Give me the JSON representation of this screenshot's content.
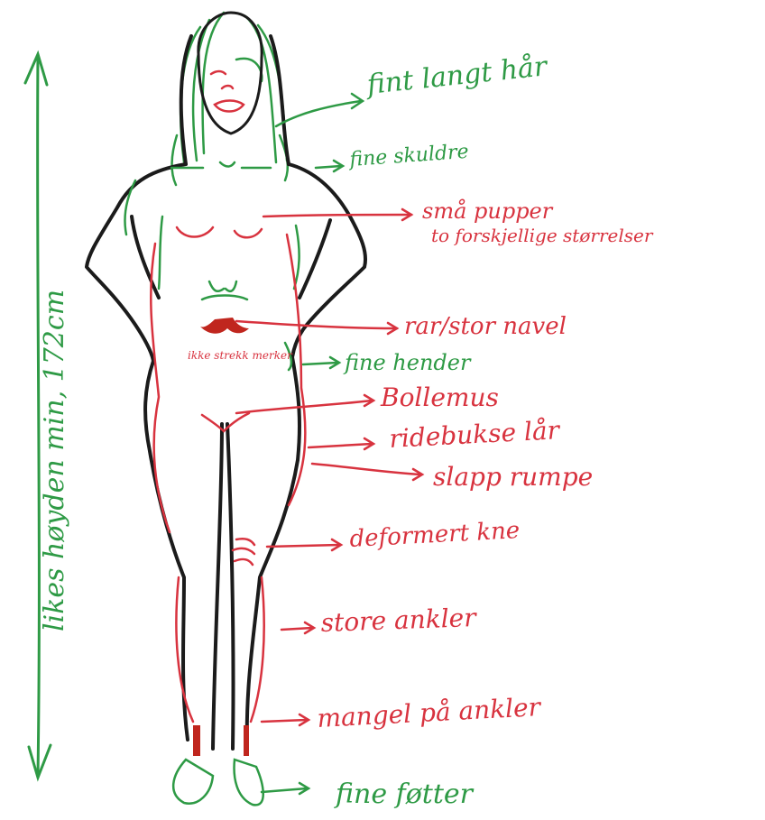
{
  "colors": {
    "outline": "#1b1b1b",
    "green": "#2e9a45",
    "red": "#d8333f",
    "dark_red": "#c0261e",
    "background": "#ffffff"
  },
  "height_label": "likes høyden min, 172cm",
  "annotations": [
    {
      "id": "hair",
      "text": "fint langt hår",
      "color": "green"
    },
    {
      "id": "collarbones",
      "text": "fine skuldre",
      "color": "green"
    },
    {
      "id": "breasts",
      "text": "små pupper",
      "color": "red"
    },
    {
      "id": "breasts_sub",
      "text": "to forskjellige størrelser",
      "color": "red"
    },
    {
      "id": "navel",
      "text": "rar/stor navel",
      "color": "red"
    },
    {
      "id": "stretch_marks",
      "text": "ikke strekk merker",
      "color": "red"
    },
    {
      "id": "hands",
      "text": "fine hender",
      "color": "green"
    },
    {
      "id": "bollemus",
      "text": "Bollemus",
      "color": "red"
    },
    {
      "id": "thighs",
      "text": "ridebukse lår",
      "color": "red"
    },
    {
      "id": "butt",
      "text": "slapp rumpe",
      "color": "red"
    },
    {
      "id": "knee",
      "text": "deformert kne",
      "color": "red"
    },
    {
      "id": "ankles",
      "text": "store ankler",
      "color": "red"
    },
    {
      "id": "no_ankles",
      "text": "mangel på ankler",
      "color": "red"
    },
    {
      "id": "feet",
      "text": "fine føtter",
      "color": "green"
    }
  ]
}
